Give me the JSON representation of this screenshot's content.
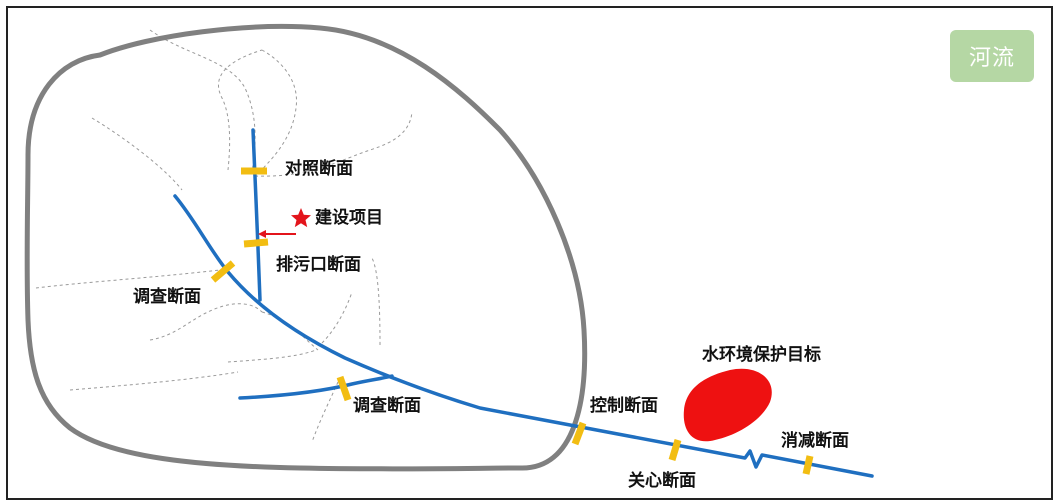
{
  "badge": {
    "label": "河流",
    "color": "#b5d7a4"
  },
  "labels": {
    "control_reference": "对照断面",
    "project": "建设项目",
    "outfall": "排污口断面",
    "survey_upper": "调查断面",
    "survey_lower": "调查断面",
    "control": "控制断面",
    "concern": "关心断面",
    "attenuation": "消减断面",
    "protection_target": "水环境保护目标"
  },
  "colors": {
    "river": "#1f6fc0",
    "section_marker": "#f2bd12",
    "boundary": "#808080",
    "subbasin": "#9a9a9a",
    "project_star": "#e3141b",
    "target": "#ee1111"
  },
  "icons": {
    "project": "star-icon"
  }
}
